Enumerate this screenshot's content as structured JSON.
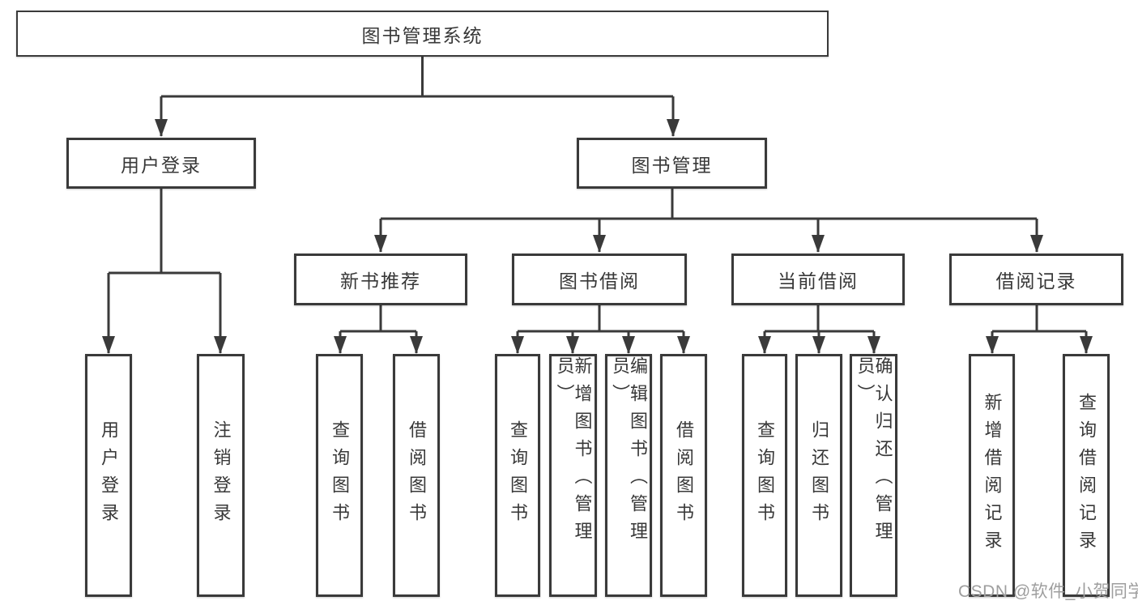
{
  "diagram": {
    "root": {
      "label": "图书管理系统"
    },
    "level2": [
      {
        "label": "用户登录",
        "parent": "图书管理系统"
      },
      {
        "label": "图书管理",
        "parent": "图书管理系统"
      }
    ],
    "level3": [
      {
        "label": "新书推荐",
        "parent": "图书管理"
      },
      {
        "label": "图书借阅",
        "parent": "图书管理"
      },
      {
        "label": "当前借阅",
        "parent": "图书管理"
      },
      {
        "label": "借阅记录",
        "parent": "图书管理"
      }
    ],
    "leaves": [
      {
        "label": "用户登录",
        "parent": "用户登录"
      },
      {
        "label": "注销登录",
        "parent": "用户登录"
      },
      {
        "label": "查询图书",
        "parent": "新书推荐"
      },
      {
        "label": "借阅图书",
        "parent": "新书推荐"
      },
      {
        "label": "查询图书",
        "parent": "图书借阅"
      },
      {
        "label": "新增图书（管理员）",
        "parent": "图书借阅"
      },
      {
        "label": "编辑图书（管理员）",
        "parent": "图书借阅"
      },
      {
        "label": "借阅图书",
        "parent": "图书借阅"
      },
      {
        "label": "查询图书",
        "parent": "当前借阅"
      },
      {
        "label": "归还图书",
        "parent": "当前借阅"
      },
      {
        "label": "确认归还（管理员）",
        "parent": "当前借阅"
      },
      {
        "label": "新增借阅记录",
        "parent": "借阅记录"
      },
      {
        "label": "查询借阅记录",
        "parent": "借阅记录"
      }
    ]
  },
  "watermark": {
    "text": "CSDN @软件_小贺同学"
  },
  "colors": {
    "line": "#3a3a3a",
    "text": "#383838",
    "watermark": "#9e9e9e",
    "background": "#ffffff"
  }
}
